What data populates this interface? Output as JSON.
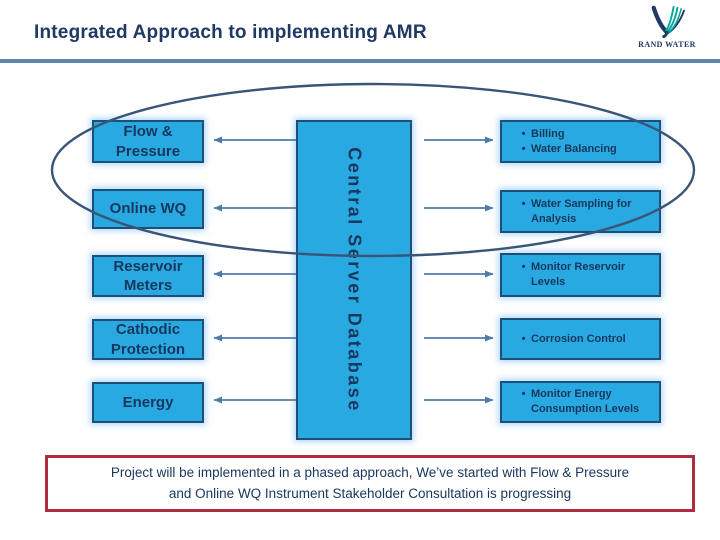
{
  "slide": {
    "title": "Integrated Approach to implementing AMR",
    "logo": {
      "name": "RAND WATER"
    },
    "bullet_char": "•",
    "left_boxes": [
      {
        "label": "Flow &\nPressure"
      },
      {
        "label": "Online WQ"
      },
      {
        "label": "Reservoir\nMeters"
      },
      {
        "label": "Cathodic\nProtection"
      },
      {
        "label": "Energy"
      }
    ],
    "central_box": {
      "label": "Central Server Database"
    },
    "right_boxes": [
      {
        "items": [
          "Billing",
          "Water Balancing"
        ]
      },
      {
        "items": [
          "Water Sampling for Analysis"
        ]
      },
      {
        "items": [
          "Monitor Reservoir Levels"
        ]
      },
      {
        "items": [
          "Corrosion Control"
        ]
      },
      {
        "items": [
          "Monitor Energy Consumption Levels"
        ]
      }
    ],
    "footer_note": "Project will be implemented in a phased approach, We’ve started with Flow & Pressure\nand Online WQ Instrument Stakeholder Consultation is progressing"
  },
  "colors": {
    "box-fill": "#29A9E1",
    "box-border": "#1F4E79",
    "text-navy": "#17375D",
    "title-navy": "#1F3864",
    "ellipse-stroke": "#3A5578",
    "arrow-stroke": "#4E7CA8",
    "divider": "#5C84AC",
    "footer-border": "#AF2B3F",
    "logo-navy": "#1F3864",
    "logo-teal": "#00A79D"
  }
}
